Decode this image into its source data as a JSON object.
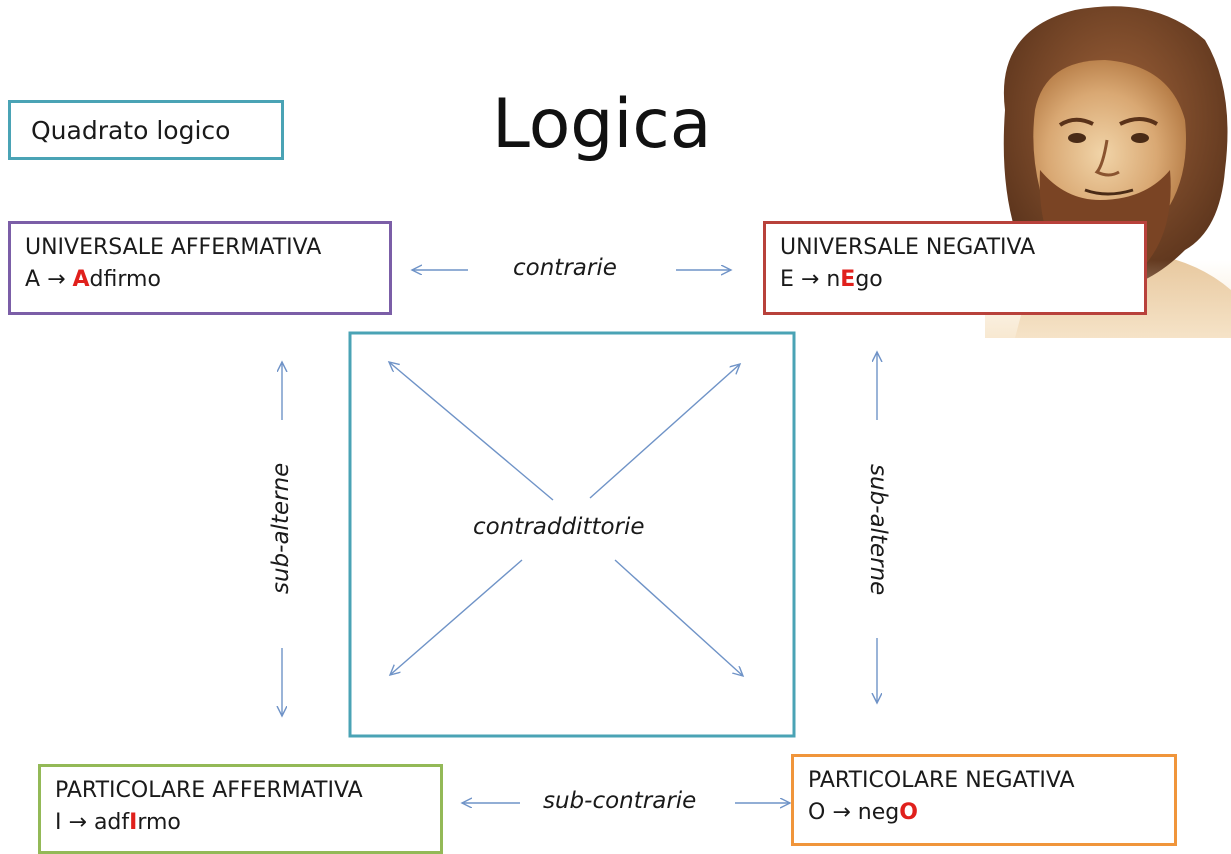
{
  "title": "Logica",
  "subject_label": "Quadrato logico",
  "corners": {
    "top_left": {
      "heading": "UNIVERSALE AFFERMATIVA",
      "letter": "A",
      "arrow": "→",
      "word_pre": "",
      "word_hl": "A",
      "word_post": "dfirmo"
    },
    "top_right": {
      "heading": "UNIVERSALE NEGATIVA",
      "letter": "E",
      "arrow": "→",
      "word_pre": "n",
      "word_hl": "E",
      "word_post": "go"
    },
    "bottom_left": {
      "heading": "PARTICOLARE AFFERMATIVA",
      "letter": "I",
      "arrow": "→",
      "word_pre": "adf",
      "word_hl": "I",
      "word_post": "rmo"
    },
    "bottom_right": {
      "heading": "PARTICOLARE NEGATIVA",
      "letter": "O",
      "arrow": "→",
      "word_pre": "neg",
      "word_hl": "O",
      "word_post": ""
    }
  },
  "relations": {
    "top": "contrarie",
    "center": "contraddittorie",
    "left": "sub-alterne",
    "right": "sub-alterne",
    "bottom": "sub-contrarie"
  },
  "colors": {
    "top_left_border": "#7b5ea7",
    "top_right_border": "#b8413b",
    "bottom_left_border": "#93b957",
    "bottom_right_border": "#f0953b",
    "center_square_border": "#4aa3b5",
    "subject_border": "#4aa3b5",
    "arrow_color": "#6f93c7",
    "highlight": "#e0201c"
  },
  "portrait": {
    "icon": "philosopher-portrait"
  }
}
